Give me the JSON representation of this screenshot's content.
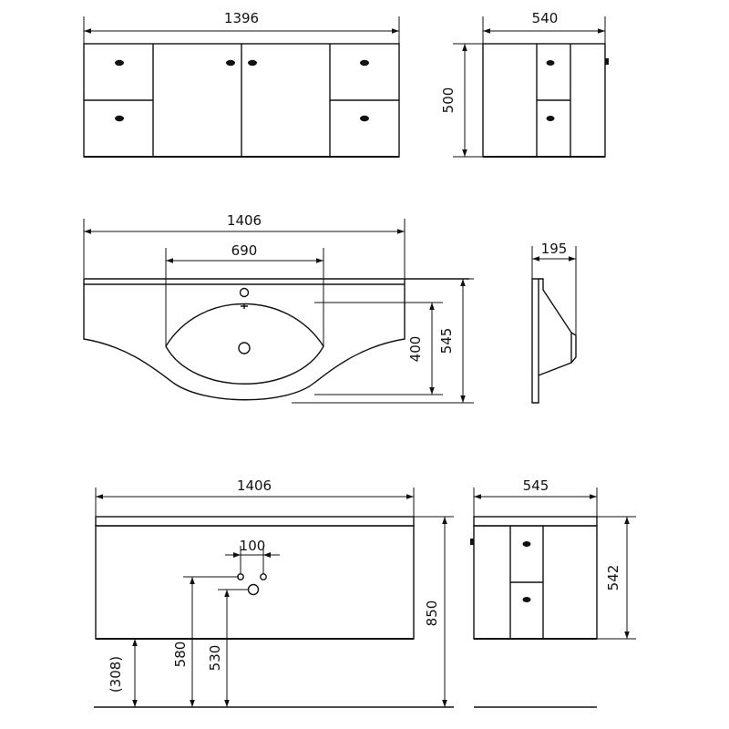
{
  "dimensions": {
    "top_front_width": "1396",
    "top_side_depth": "540",
    "top_height": "500",
    "basin_width": "1406",
    "bowl_width": "690",
    "bowl_depth": "400",
    "basin_depth": "545",
    "basin_side_thickness": "195",
    "install_width": "1406",
    "tap_spacing": "100",
    "install_height": "850",
    "cabinet_bottom": "(308)",
    "tap_height": "580",
    "drain_height": "530",
    "install_side_depth": "545",
    "install_side_height": "542"
  },
  "colors": {
    "line": "#111111",
    "background": "#ffffff"
  }
}
